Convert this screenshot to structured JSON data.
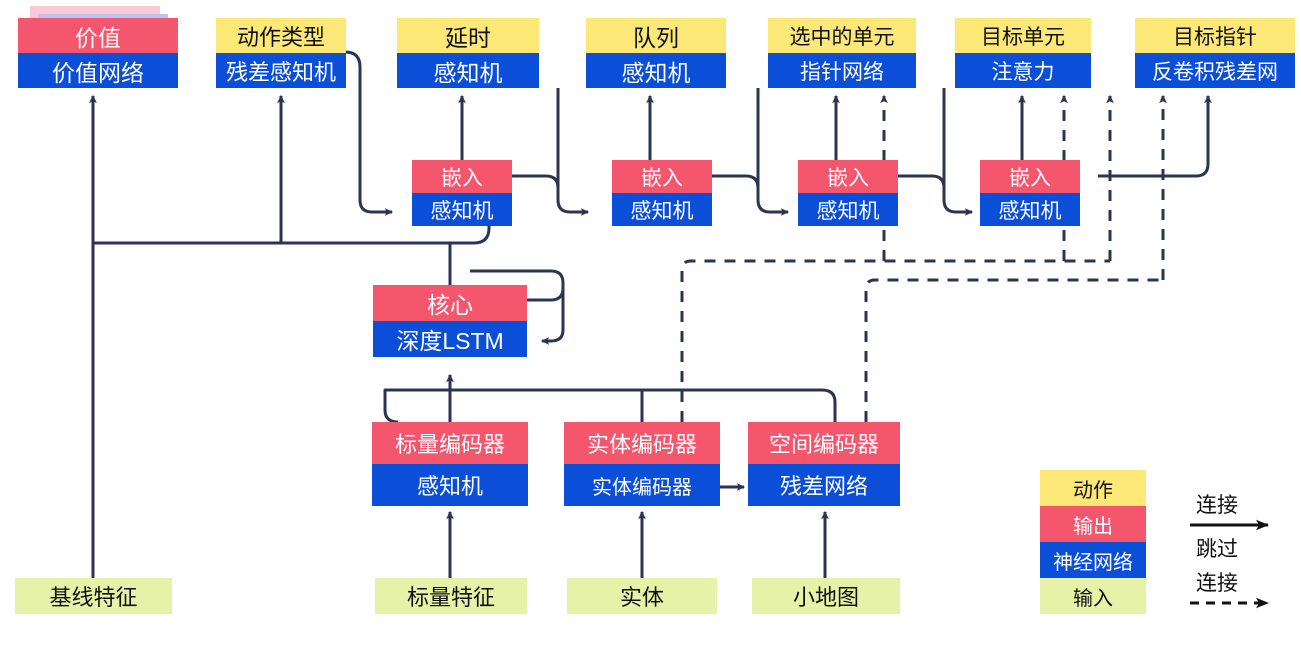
{
  "diagram": {
    "title": "AlphaStar-style agent architecture (Chinese labels)",
    "colors": {
      "action": "#fbe877",
      "output": "#f4566e",
      "network": "#0b4fd8",
      "input": "#e6f2a8",
      "connector": "#2b3552",
      "shadow_pink": "#f9c9d6",
      "shadow_blue": "#b9c6f2"
    }
  },
  "nodes": {
    "value": {
      "top_label": "价值",
      "bottom_label": "价值网络",
      "top_kind": "output",
      "bottom_kind": "network",
      "stacked": true
    },
    "action_type": {
      "top_label": "动作类型",
      "bottom_label": "残差感知机",
      "top_kind": "action",
      "bottom_kind": "network"
    },
    "delay": {
      "top_label": "延时",
      "bottom_label": "感知机",
      "top_kind": "action",
      "bottom_kind": "network"
    },
    "queue": {
      "top_label": "队列",
      "bottom_label": "感知机",
      "top_kind": "action",
      "bottom_kind": "network"
    },
    "selected_units": {
      "top_label": "选中的单元",
      "bottom_label": "指针网络",
      "top_kind": "action",
      "bottom_kind": "network"
    },
    "target_unit": {
      "top_label": "目标单元",
      "bottom_label": "注意力",
      "top_kind": "action",
      "bottom_kind": "network"
    },
    "target_point": {
      "top_label": "目标指针",
      "bottom_label": "反卷积残差网",
      "top_kind": "action",
      "bottom_kind": "network"
    },
    "embed1": {
      "top_label": "嵌入",
      "bottom_label": "感知机",
      "top_kind": "output",
      "bottom_kind": "network"
    },
    "embed2": {
      "top_label": "嵌入",
      "bottom_label": "感知机",
      "top_kind": "output",
      "bottom_kind": "network"
    },
    "embed3": {
      "top_label": "嵌入",
      "bottom_label": "感知机",
      "top_kind": "output",
      "bottom_kind": "network"
    },
    "embed4": {
      "top_label": "嵌入",
      "bottom_label": "感知机",
      "top_kind": "output",
      "bottom_kind": "network"
    },
    "core": {
      "top_label": "核心",
      "bottom_label": "深度LSTM",
      "top_kind": "output",
      "bottom_kind": "network"
    },
    "scalar_encoder": {
      "top_label": "标量编码器",
      "bottom_label": "感知机",
      "top_kind": "output",
      "bottom_kind": "network"
    },
    "entity_encoder": {
      "top_label": "实体编码器",
      "bottom_label": "实体编码器",
      "top_kind": "output",
      "bottom_kind": "network"
    },
    "spatial_encoder": {
      "top_label": "空间编码器",
      "bottom_label": "残差网络",
      "top_kind": "output",
      "bottom_kind": "network"
    }
  },
  "inputs": {
    "baseline_features": "基线特征",
    "scalar_features": "标量特征",
    "entities": "实体",
    "minimap": "小地图"
  },
  "legend": {
    "bands": [
      {
        "label": "动作",
        "kind": "action"
      },
      {
        "label": "输出",
        "kind": "output"
      },
      {
        "label": "神经网络",
        "kind": "network"
      },
      {
        "label": "输入",
        "kind": "input"
      }
    ],
    "connection_label": "连接",
    "skip_label_line1": "跳过",
    "skip_label_line2": "连接"
  }
}
